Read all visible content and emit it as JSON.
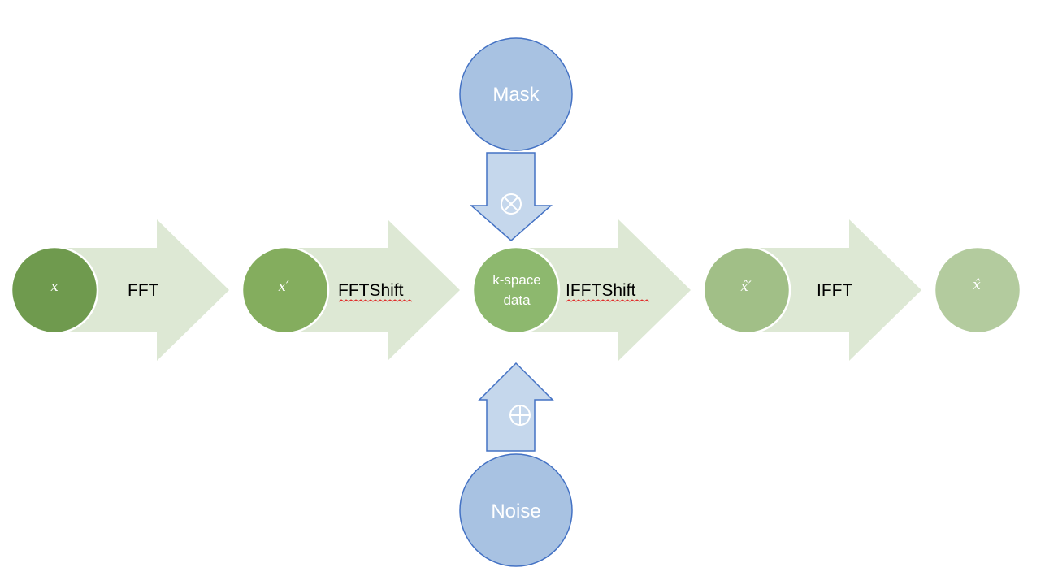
{
  "pipeline": {
    "nodes": [
      {
        "label": "x",
        "color": "#6f9a4e"
      },
      {
        "label": "x′",
        "color": "#84ad5e"
      },
      {
        "label_line1": "k-space",
        "label_line2": "data",
        "color": "#8db86e"
      },
      {
        "label": "x̂′",
        "color": "#a1bf87"
      },
      {
        "label": "x̂",
        "color": "#b3cb9e"
      }
    ],
    "operations": [
      "FFT",
      "FFTShift",
      "IFFTShift",
      "IFFT"
    ],
    "arrow_color": "#dde8d4"
  },
  "mask": {
    "label": "Mask",
    "operator": "⊗"
  },
  "noise": {
    "label": "Noise",
    "operator": "⊕"
  },
  "colors": {
    "blue_circle": "#a8c2e2",
    "blue_arrow": "#c5d7ec",
    "blue_stroke": "#4472c4"
  }
}
